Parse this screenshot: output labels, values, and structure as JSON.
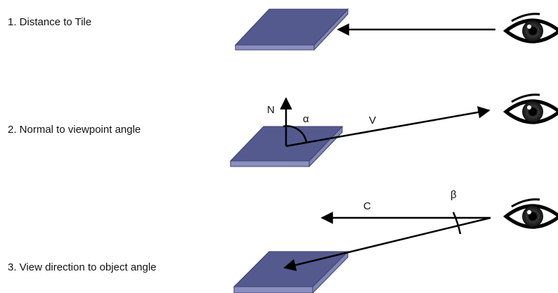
{
  "rows": [
    {
      "caption": "1. Distance to Tile"
    },
    {
      "caption": "2. Normal to viewpoint angle",
      "normal_label": "N",
      "angle_label": "α",
      "vector_label": "V"
    },
    {
      "caption": "3. View direction to object angle",
      "vector_label": "C",
      "angle_label": "β"
    }
  ],
  "colors": {
    "tile_top": "#545a8e",
    "tile_side": "#8a8fc0",
    "tile_edge": "#3c416f",
    "ink": "#000000"
  }
}
